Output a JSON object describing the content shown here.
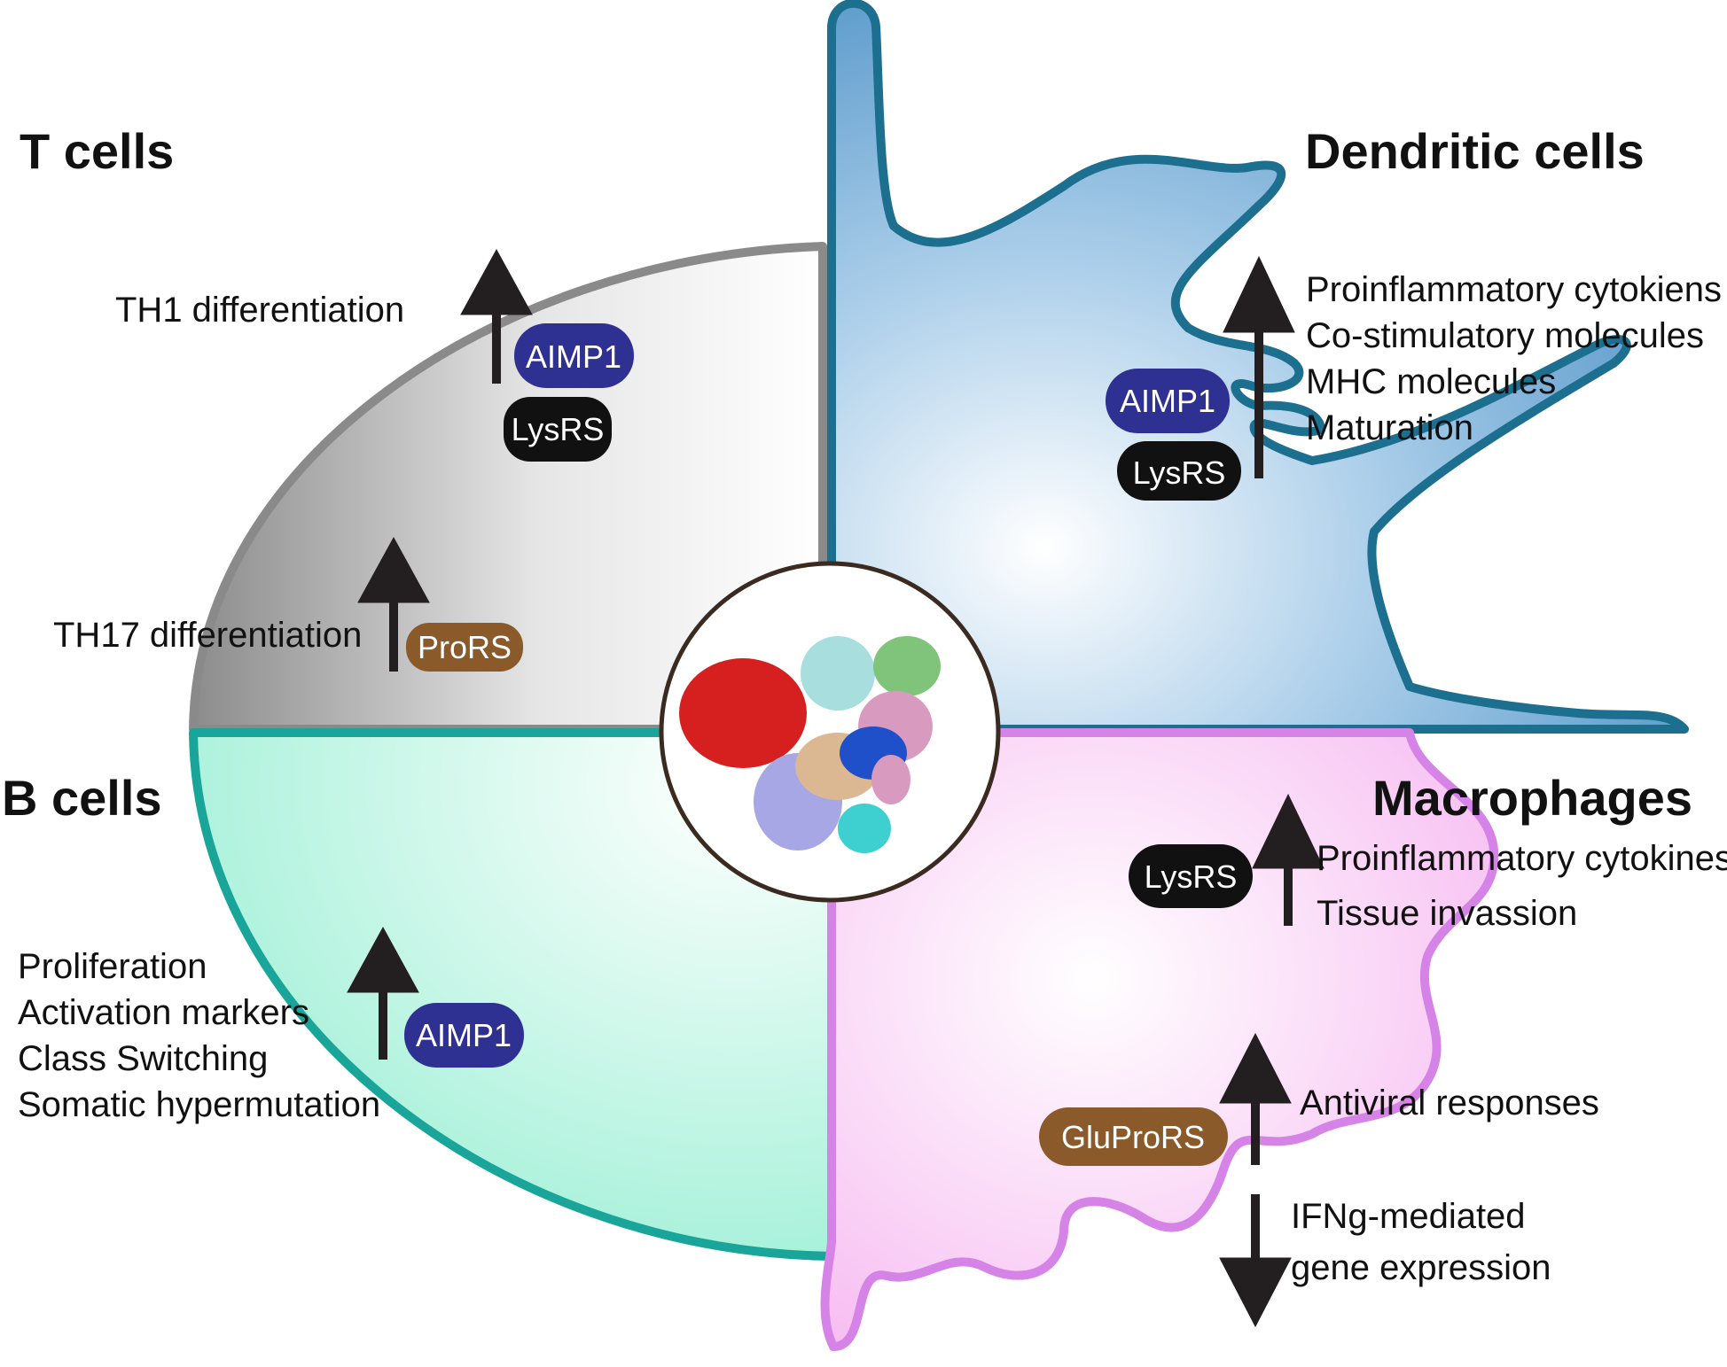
{
  "colors": {
    "tcell_border": "#8a8a8a",
    "bcell_border": "#1aa59a",
    "dendritic_fill": "#4d96c9",
    "dendritic_border": "#1d6f8f",
    "macrophage_fill": "#f5b7f0",
    "macrophage_border": "#d583e6",
    "aimp1": "#2e3192",
    "lysrs": "#111111",
    "prors": "#8b5a2b",
    "arrow": "#231f20"
  },
  "t_cells": {
    "heading": "T cells",
    "th1": "TH1 differentiation",
    "th17": "TH17 differentiation",
    "pill_aimp1": "AIMP1",
    "pill_lysrs": "LysRS",
    "pill_prors": "ProRS"
  },
  "dendritic_cells": {
    "heading": "Dendritic cells",
    "effects": [
      "Proinflammatory cytokiens",
      "Co-stimulatory molecules",
      "MHC molecules",
      "Maturation"
    ],
    "pill_aimp1": "AIMP1",
    "pill_lysrs": "LysRS"
  },
  "b_cells": {
    "heading": "B cells",
    "effects": [
      "Proliferation",
      "Activation markers",
      "Class Switching",
      "Somatic hypermutation"
    ],
    "pill_aimp1": "AIMP1"
  },
  "macrophages": {
    "heading": "Macrophages",
    "effects_up": [
      "Proinflammatory cytokines",
      "Tissue invassion"
    ],
    "pill_lysrs": "LysRS",
    "antiviral": "Antiviral responses",
    "pill_gluprors": "GluProRS",
    "ifng_down": [
      "IFNg-mediated",
      "gene expression"
    ]
  },
  "center": {
    "icon": "multi-synthetase-complex-structure-icon"
  }
}
